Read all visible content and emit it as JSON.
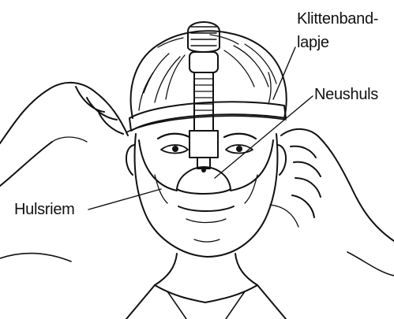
{
  "labels": {
    "klittenband_line1": "Klittenband-",
    "klittenband_line2": "lapje",
    "neushuls": "Neushuls",
    "hulsriem": "Hulsriem"
  },
  "colors": {
    "ink": "#111111",
    "background": "#ffffff"
  }
}
